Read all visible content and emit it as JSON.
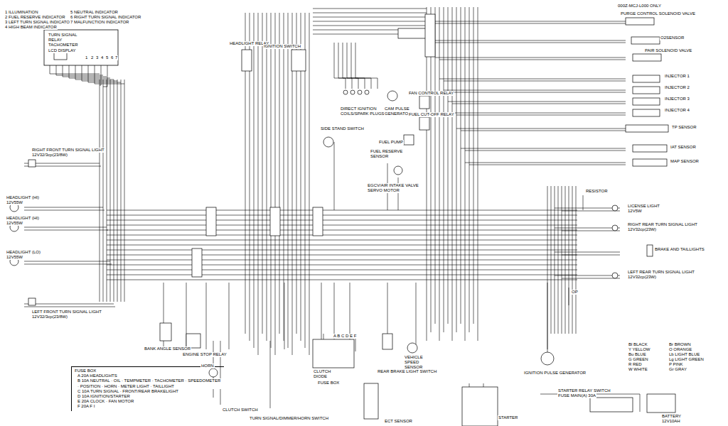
{
  "diagram": {
    "nodes": [
      {
        "text": [
          "TURN SIGNAL RELAY",
          "TACHOMETER",
          "LCD DISPLAY"
        ]
      },
      {
        "text": [
          "FUSE BOX",
          "A 20A HEADLIGHTS",
          "B 10A NEUTRAL · OIL · TEMPMETER · TACHOMETER · SPEEDOMETER · POSITION · HORN · METER LIGHT · TAILLIGHT",
          "C 10A TURN SIGNAL · FRONT/REAR BRAKELIGHT",
          "D 10A IGNITION/STARTER",
          "E 20A CLOCK · FAN MOTOR",
          "F 20A F I"
        ]
      }
    ],
    "labels": [
      "1 ILLUMINATION",
      "2 FUEL RESERVE INDICATOR",
      "3 LEFT TURN SIGNAL INDICATOR",
      "4 HIGH BEAM INDICATOR",
      "5 NEUTRAL INDICATOR",
      "6 RIGHT TURN SIGNAL INDICATOR",
      "7 MALFUNCTION INDICATOR",
      "1",
      "2",
      "3",
      "4",
      "5",
      "6",
      "7",
      "HEADLIGHT RELAY",
      "IGNITION SWITCH",
      "DIRECT IGNITION COILS/SPARK PLUGS",
      "CAM PULSE GENERATOR",
      "FAN CONTROL RELAY",
      "FUEL CUT-OFF RELAY",
      "SIDE STAND SWITCH",
      "FUEL PUMP",
      "FUEL RESERVE SENSOR",
      "EGCV/AIR INTAKE VALVE SERVO MOTOR",
      "000Z-MCJ-L000 ONLY",
      "PURGE CONTROL SOLENOID VALVE",
      "O2SENSOR",
      "PAIR SOLENOID VALVE",
      "INJECTOR 1",
      "INJECTOR 2",
      "INJECTOR 3",
      "INJECTOR 4",
      "TP SENSOR",
      "IAT SENSOR",
      "MAP SENSOR",
      "RESISTOR",
      "LICENSE LIGHT",
      "12V5W",
      "RIGHT REAR TURN SIGNAL LIGHT",
      "12V32cp(23W)",
      "BRAKE AND TAILLIGHTS",
      "LEFT REAR TURN SIGNAL LIGHT",
      "12V32cp(23W)",
      "OP",
      "RIGHT FRONT TURN SIGNAL LIGHT",
      "12V32/3cp(23/8W)",
      "HEADLIGHT (HI)",
      "12V55W",
      "HEADLIGHT (HI)",
      "12V55W",
      "HEADLIGHT (LO)",
      "12V55W",
      "LEFT FRONT TURN SIGNAL LIGHT",
      "12V32/3cp(23/8W)",
      "BANK ANGLE SENSOR",
      "ENGINE STOP RELAY",
      "HORN",
      "CLUTCH SWITCH",
      "TURN SIGNAL/DIMMER/HORN SWITCH",
      "CLUTCH DIODE",
      "FUSE BOX",
      "A B C D E F",
      "ECT SENSOR",
      "VEHICLE SPEED SENSOR",
      "REAR BRAKE LIGHT SWITCH",
      "IGNITION PULSE GENERATOR",
      "STARTER RELAY SWITCH",
      "FUSE MAIN(A) 30A",
      "BATTERY",
      "12V10AH",
      "STARTER",
      "Bl BLACK",
      "Y YELLOW",
      "Bu BLUE",
      "G GREEN",
      "R RED",
      "W WHITE",
      "Br BROWN",
      "O ORANGE",
      "Lb LIGHT BLUE",
      "Lg LIGHT GREEN",
      "P PINK",
      "Gr GRAY"
    ]
  }
}
